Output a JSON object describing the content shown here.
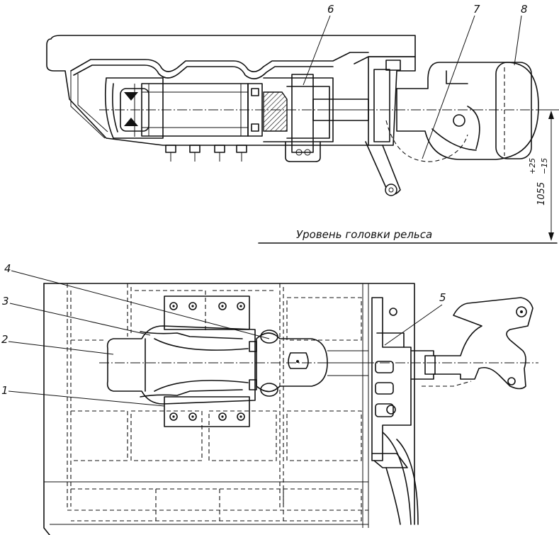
{
  "labels": {
    "callout_1": "1",
    "callout_2": "2",
    "callout_3": "3",
    "callout_4": "4",
    "callout_5": "5",
    "callout_6": "6",
    "callout_7": "7",
    "callout_8": "8"
  },
  "dimension": {
    "height_text": "1055",
    "tolerance_upper": "+25",
    "tolerance_lower": "−15"
  },
  "rail_level_text": "Уровень головки рельса"
}
